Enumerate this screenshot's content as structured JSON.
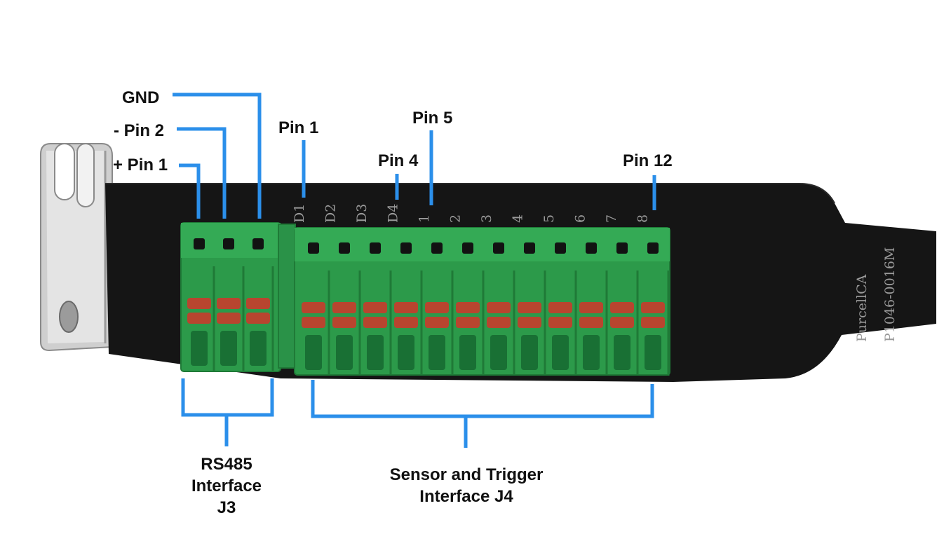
{
  "colors": {
    "leader_line": "#2b8fea",
    "terminal_green": "#2c9a4a",
    "release_button": "#b8452f",
    "bracket_dark": "#121212",
    "bracket_metal": "#c8c8c8"
  },
  "labels": {
    "gnd": "GND",
    "minus_pin_2": "- Pin 2",
    "plus_pin_1": "+ Pin 1",
    "j4_pin_1": "Pin 1",
    "j4_pin_4": "Pin 4",
    "j4_pin_5": "Pin 5",
    "j4_pin_12": "Pin 12"
  },
  "groups": {
    "j3": {
      "line1": "RS485",
      "line2": "Interface",
      "line3": "J3"
    },
    "j4": {
      "line1": "Sensor and Trigger",
      "line2": "Interface J4"
    }
  },
  "silkscreen": {
    "j4_pin_marks": [
      "D1",
      "D2",
      "D3",
      "D4",
      "1",
      "2",
      "3",
      "4",
      "5",
      "6",
      "7",
      "8"
    ],
    "board_text_1": "PurcellCA",
    "board_text_2": "P1046-0016M"
  },
  "terminals": {
    "j3_pin_count": 3,
    "j4_pin_count": 12
  }
}
